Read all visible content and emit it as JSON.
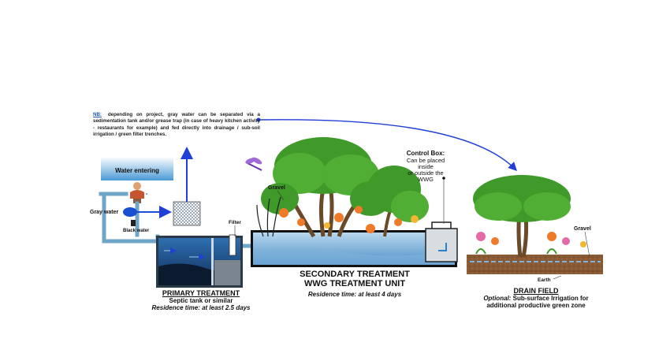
{
  "note": {
    "prefix": "NB:",
    "text": "depending on project, gray water can be separated via a sedimentation tank and/or grease trap (in case of heavy kitchen activity - restaurants for example) and fed directly into drainage / sub-soil irrigation / green filter trenches."
  },
  "labels": {
    "water_entering": "Water entering",
    "gray_water": "Gray water",
    "black_water": "Black water",
    "filter": "Filter",
    "gravel_left": "Gravel",
    "gravel_right": "Gravel",
    "earth": "Earth",
    "control_box_title": "Control Box:",
    "control_box_line1": "Can be placed",
    "control_box_line2": "inside",
    "control_box_line3": "or outside the",
    "control_box_line4": "WWG"
  },
  "primary": {
    "title": "PRIMARY TREATMENT",
    "subtitle": "Septic tank or similar",
    "residence": "Residence time: at least 2.5 days"
  },
  "secondary": {
    "title1": "SECONDARY TREATMENT",
    "title2": "WWG TREATMENT UNIT",
    "residence": "Residence time: at least 4 days"
  },
  "drain": {
    "title": "DRAIN FIELD",
    "optional_label": "Optional:",
    "optional_text": "Sub-surface Irrigation for",
    "optional_text2": "additional productive green zone"
  },
  "colors": {
    "water_blue": "#1a5fd1",
    "pipe_blue": "#6fa6c8",
    "tank_dark": "#2b3a48",
    "tree_green": "#3f9a2a",
    "trunk_brown": "#6b4a2a",
    "soil_brown": "#8a5a34",
    "arrow_blue": "#1f3fd6"
  },
  "icons": [
    "person-icon",
    "dragonfly-icon",
    "tree-icon",
    "flower-icon",
    "filter-mesh-icon"
  ]
}
